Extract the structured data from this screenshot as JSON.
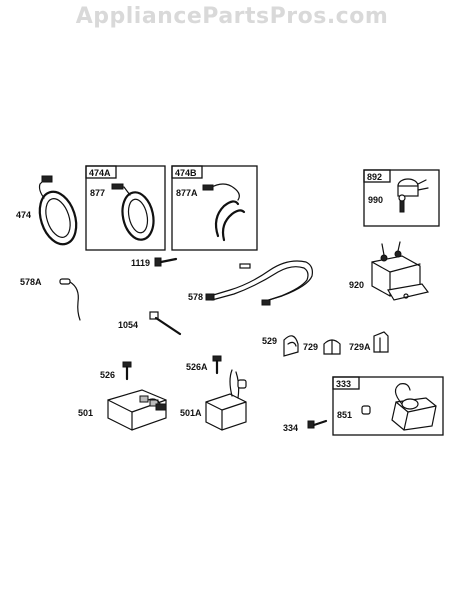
{
  "watermark": "AppliancePartsPros.com",
  "parts": {
    "p474": "474",
    "p474a": "474A",
    "p877": "877",
    "p474b": "474B",
    "p877a": "877A",
    "p892": "892",
    "p990": "990",
    "p1119": "1119",
    "p920": "920",
    "p578a": "578A",
    "p578": "578",
    "p1054": "1054",
    "p529": "529",
    "p729": "729",
    "p729a": "729A",
    "p526": "526",
    "p526a": "526A",
    "p333": "333",
    "p501": "501",
    "p501a": "501A",
    "p334": "334",
    "p851": "851"
  }
}
